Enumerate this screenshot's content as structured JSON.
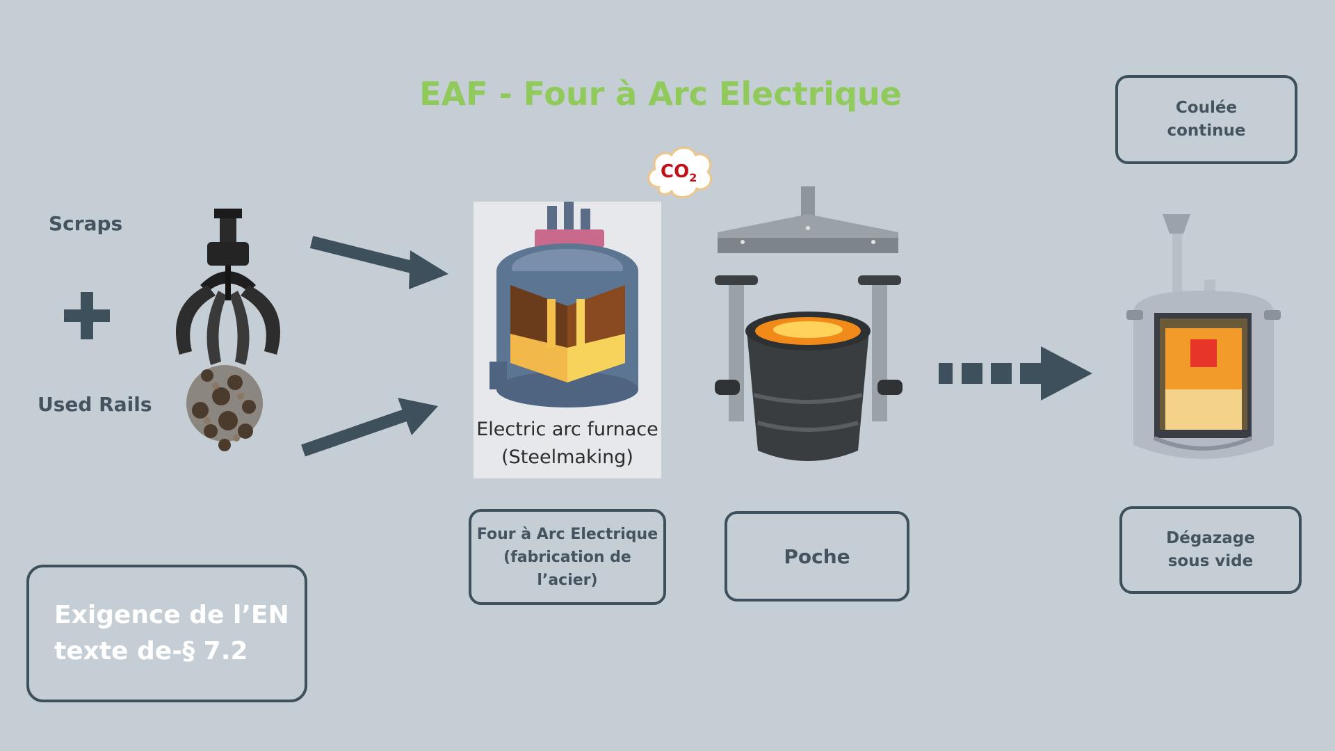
{
  "diagram": {
    "title": "EAF - Four à Arc Electrique",
    "inputs": {
      "scraps_label": "Scraps",
      "plus_symbol": "plus-icon",
      "rails_label": "Used Rails"
    },
    "furnace_image": {
      "caption_line1": "Electric arc furnace",
      "caption_line2": "(Steelmaking)",
      "emission_text": "CO",
      "emission_subscript": "2"
    },
    "boxes": {
      "coulee": "Coulée\ncontinue",
      "four": "Four à Arc Electrique\n(fabrication de l’acier)",
      "poche": "Poche",
      "degazage": "Dégazage\nsous vide",
      "requirement": "Exigence de l’EN\n  texte de-§ 7.2"
    },
    "colors": {
      "background": "#c5ced4",
      "title": "#8fca5a",
      "dark": "#3f505d",
      "co2_text": "#c0101a"
    }
  }
}
